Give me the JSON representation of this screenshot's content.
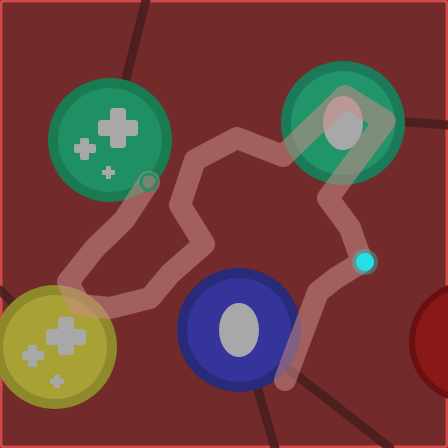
{
  "colors": {
    "background": "#722a2a",
    "border": "#d04a4a",
    "vein": "#4a1e1e",
    "path": "#c98a86",
    "green_cell_outer": "#1a7a52",
    "green_cell_inner": "#1f9064",
    "teal_cell_outer": "#1a7a5a",
    "teal_cell_inner": "#22946a",
    "yellow_cell_outer": "#8e8a2c",
    "yellow_cell_inner": "#a8a236",
    "blue_cell_outer": "#2a2a7a",
    "blue_cell_inner": "#34349a",
    "red_cell": "#8a1818",
    "nucleus": "#a8a8a8",
    "cursor": "#22e0e6"
  },
  "cells": [
    {
      "name": "green-cell",
      "kind": "cross-cluster"
    },
    {
      "name": "teal-cell",
      "kind": "nucleus"
    },
    {
      "name": "yellow-cell",
      "kind": "cross-cluster"
    },
    {
      "name": "blue-cell",
      "kind": "nucleus"
    },
    {
      "name": "red-cell-partial",
      "kind": "edge"
    }
  ],
  "icons": [
    "cross-icon",
    "cursor-dot-icon",
    "ring-marker-icon"
  ]
}
